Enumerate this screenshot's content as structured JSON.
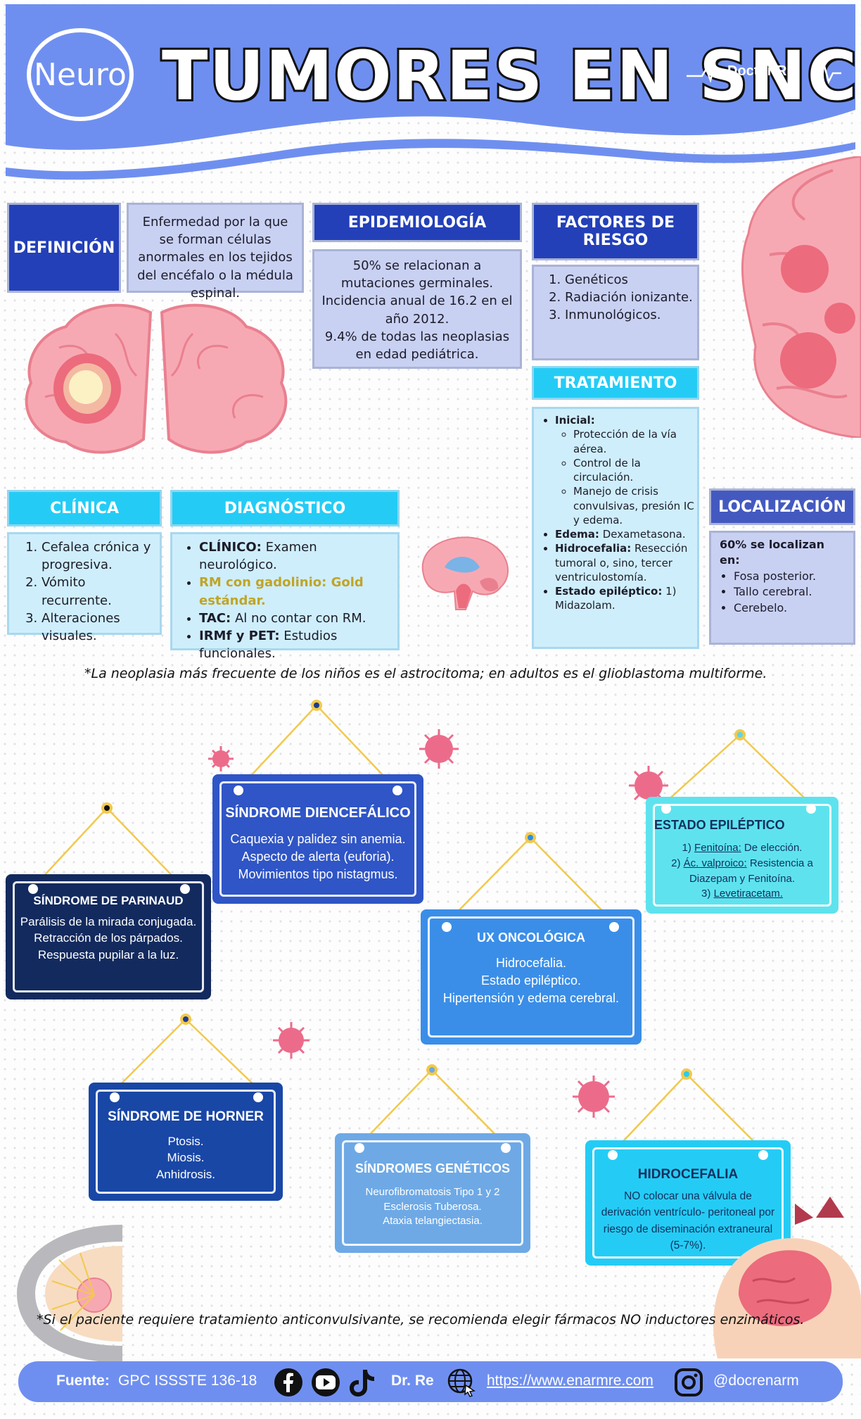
{
  "header": {
    "badge": "Neuro",
    "title": "TUMORES EN SNC",
    "brand": "Doctor RE"
  },
  "definicion": {
    "title": "DEFINICIÓN",
    "text": "Enfermedad por la que se forman células anormales en los tejidos del encéfalo o la médula espinal."
  },
  "epidemiologia": {
    "title": "EPIDEMIOLOGÍA",
    "lines": [
      "50% se relacionan a mutaciones germinales.",
      "Incidencia anual de 16.2 en el año 2012.",
      "9.4% de todas las neoplasias en edad pediátrica."
    ]
  },
  "factores": {
    "title": "FACTORES DE RIESGO",
    "items": [
      "Genéticos",
      "Radiación ionizante.",
      "Inmunológicos."
    ]
  },
  "tratamiento": {
    "title": "TRATAMIENTO",
    "inicial_label": "Inicial:",
    "inicial_items": [
      "Protección de la vía aérea.",
      "Control de la circulación.",
      "Manejo de crisis convulsivas, presión IC y edema."
    ],
    "edema_label": "Edema:",
    "edema_text": " Dexametasona.",
    "hidro_label": "Hidrocefalia:",
    "hidro_text": " Resección tumoral o, sino, tercer ventriculostomía.",
    "epi_label": "Estado epiléptico:",
    "epi_text": " 1) Midazolam."
  },
  "clinica": {
    "title": "CLÍNICA",
    "items": [
      "Cefalea crónica y progresiva.",
      "Vómito recurrente.",
      "Alteraciones visuales."
    ]
  },
  "diagnostico": {
    "title": "DIAGNÓSTICO",
    "clinico_label": "CLÍNICO:",
    "clinico_text": " Examen neurológico.",
    "rm": "RM con gadolinio: Gold estándar.",
    "tac_label": "TAC:",
    "tac_text": " Al no contar con RM.",
    "irmf_label": "IRMf y PET:",
    "irmf_text": " Estudios funcionales."
  },
  "localizacion": {
    "title": "LOCALIZACIÓN",
    "lead": "60% se localizan en:",
    "items": [
      "Fosa posterior.",
      "Tallo cerebral.",
      "Cerebelo."
    ]
  },
  "note1": "*La neoplasia más frecuente de los niños es el astrocitoma; en adultos es el glioblastoma multiforme.",
  "cards": {
    "diencefalico": {
      "title": "SÍNDROME DIENCEFÁLICO",
      "lines": [
        "Caquexia y palidez sin anemia.",
        "Aspecto de alerta (euforia).",
        "Movimientos tipo nistagmus."
      ]
    },
    "parinaud": {
      "title": "SÍNDROME DE PARINAUD",
      "lines": [
        "Parálisis de la mirada conjugada.",
        "Retracción de los párpados.",
        "Respuesta pupilar a la luz."
      ]
    },
    "epileptico": {
      "title": "ESTADO EPILÉPTICO",
      "l1_num": "1) ",
      "l1_drug": "Fenitoína:",
      "l1_rest": " De elección.",
      "l2_num": "2) ",
      "l2_drug": "Ác. valproico:",
      "l2_rest": " Resistencia a Diazepam y Fenitoína.",
      "l3_num": "3) ",
      "l3_drug": "Levetiracetam."
    },
    "ux": {
      "title": "UX ONCOLÓGICA",
      "lines": [
        "Hidrocefalia.",
        "Estado epiléptico.",
        "Hipertensión y edema cerebral."
      ]
    },
    "horner": {
      "title": "SÍNDROME DE HORNER",
      "lines": [
        "Ptosis.",
        "Miosis.",
        "Anhidrosis."
      ]
    },
    "geneticos": {
      "title": "SÍNDROMES GENÉTICOS",
      "lines": [
        "Neurofibromatosis Tipo 1 y 2",
        "Esclerosis Tuberosa.",
        "Ataxia telangiectasia."
      ]
    },
    "hidrocefalia": {
      "title": "HIDROCEFALIA",
      "text": "NO colocar una válvula de derivación ventrículo- peritoneal por riesgo de diseminación extraneural (5-7%)."
    }
  },
  "note2": "*Si el paciente requiere tratamiento anticonvulsivante, se recomienda elegir fármacos NO inductores enzimáticos.",
  "footer": {
    "fuente_label": "Fuente:",
    "fuente_text": "GPC ISSSTE 136-18",
    "author": "Dr. Re",
    "url": "https://www.enarmre.com",
    "handle": "@docrenarm"
  },
  "colors": {
    "header_blue": "#6f8ff0",
    "navy": "#2340b8",
    "lavender": "#c9d1f3",
    "cyan_header": "#24ccf5",
    "cyan_body": "#cfeefb",
    "light_blue_body": "#dbeaf9",
    "gold_text": "#bfa528"
  }
}
